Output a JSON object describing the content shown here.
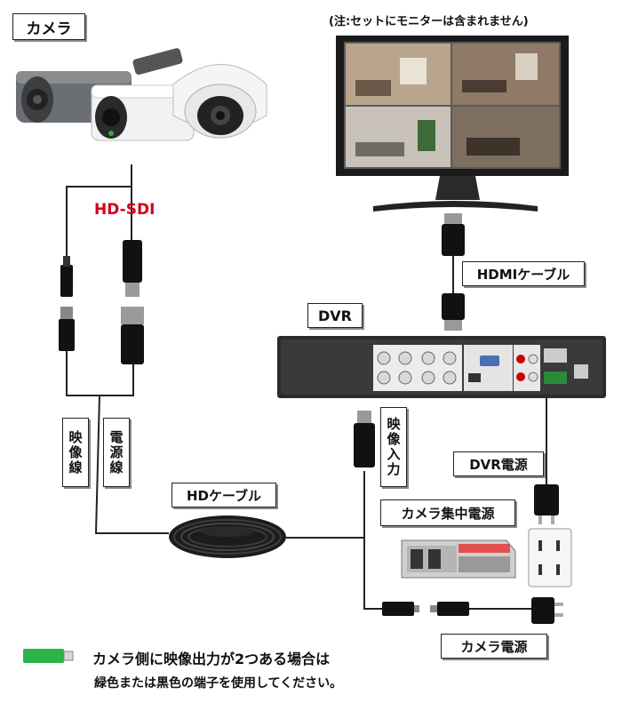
{
  "labels": {
    "camera": "カメラ",
    "monitor_note": "(注:セットにモニターは含まれません)",
    "hd_sdi": "HD-SDI",
    "hdmi_cable": "HDMIケーブル",
    "dvr": "DVR",
    "video_line": "映像線",
    "power_line": "電源線",
    "video_input": "映像入力",
    "dvr_power": "DVR電源",
    "hd_cable": "HDケーブル",
    "camera_central_power": "カメラ集中電源",
    "camera_power": "カメラ電源"
  },
  "note": {
    "line1": "カメラ側に映像出力が2つある場合は",
    "line2": "緑色または黒色の端子を使用してください。"
  },
  "colors": {
    "hd_sdi": "#d0021b",
    "green_connector": "#2db34a",
    "cable": "#222222"
  }
}
